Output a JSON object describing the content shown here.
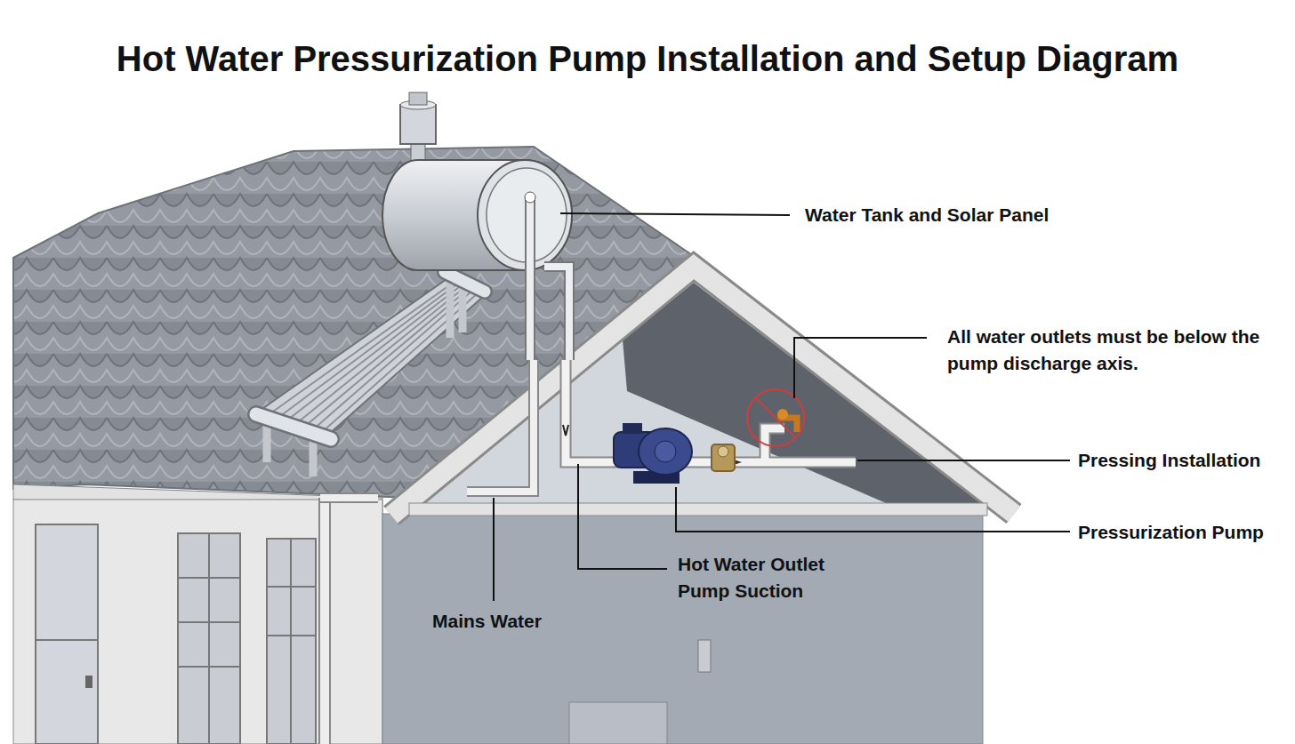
{
  "diagram": {
    "title": "Hot Water Pressurization Pump Installation and Setup Diagram",
    "labels": [
      "Water Tank and Solar Panel",
      "All water outlets must be below the pump discharge axis.",
      "Pressing Installation",
      "Pressurization Pump",
      "Hot Water Outlet Pump Suction",
      "Mains Water"
    ]
  }
}
